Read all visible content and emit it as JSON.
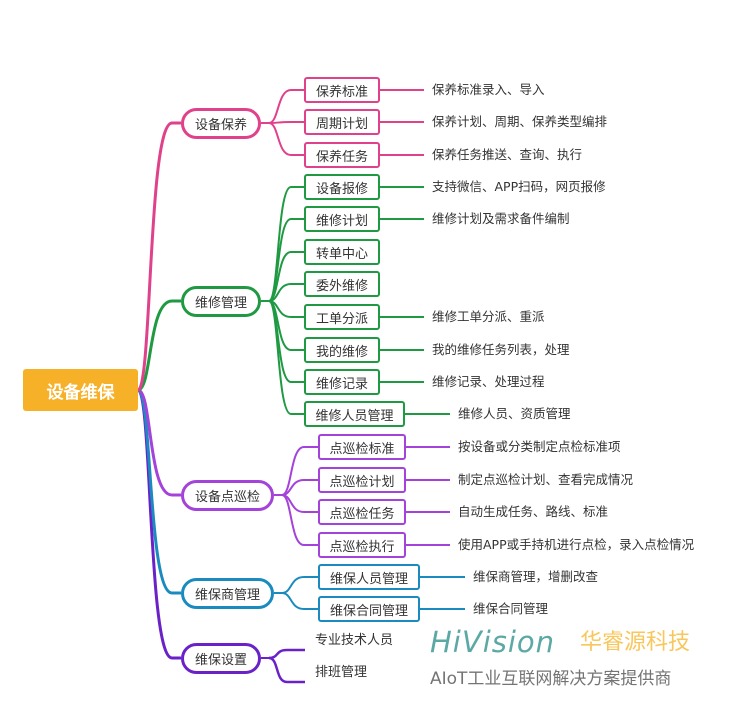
{
  "root": {
    "label": "设备维保",
    "color": "#f6b128"
  },
  "branches": [
    {
      "label": "设备保养",
      "color": "#e0418b",
      "children": [
        {
          "label": "保养标准",
          "desc": "保养标准录入、导入"
        },
        {
          "label": "周期计划",
          "desc": "保养计划、周期、保养类型编排"
        },
        {
          "label": "保养任务",
          "desc": "保养任务推送、查询、执行"
        }
      ]
    },
    {
      "label": "维修管理",
      "color": "#1f9a43",
      "children": [
        {
          "label": "设备报修",
          "desc": "支持微信、APP扫码，网页报修"
        },
        {
          "label": "维修计划",
          "desc": "维修计划及需求备件编制"
        },
        {
          "label": "转单中心",
          "desc": ""
        },
        {
          "label": "委外维修",
          "desc": ""
        },
        {
          "label": "工单分派",
          "desc": "维修工单分派、重派"
        },
        {
          "label": "我的维修",
          "desc": "我的维修任务列表，处理"
        },
        {
          "label": "维修记录",
          "desc": "维修记录、处理过程"
        },
        {
          "label": "维修人员管理",
          "desc": "维修人员、资质管理"
        }
      ]
    },
    {
      "label": "设备点巡检",
      "color": "#a443d9",
      "children": [
        {
          "label": "点巡检标准",
          "desc": "按设备或分类制定点检标准项"
        },
        {
          "label": "点巡检计划",
          "desc": "制定点巡检计划、查看完成情况"
        },
        {
          "label": "点巡检任务",
          "desc": "自动生成任务、路线、标准"
        },
        {
          "label": "点巡检执行",
          "desc": "使用APP或手持机进行点检，录入点检情况"
        }
      ]
    },
    {
      "label": "维保商管理",
      "color": "#1b8bbf",
      "children": [
        {
          "label": "维保人员管理",
          "desc": "维保商管理，增删改查"
        },
        {
          "label": "维保合同管理",
          "desc": "维保合同管理"
        }
      ]
    },
    {
      "label": "维保设置",
      "color": "#6a22c8",
      "children": [
        {
          "label": "专业技术人员",
          "desc": ""
        },
        {
          "label": "排班管理",
          "desc": ""
        }
      ]
    }
  ],
  "watermark": {
    "logo": "HiVision",
    "company": "华睿源科技",
    "tagline": "AIoT工业互联网解决方案提供商"
  }
}
